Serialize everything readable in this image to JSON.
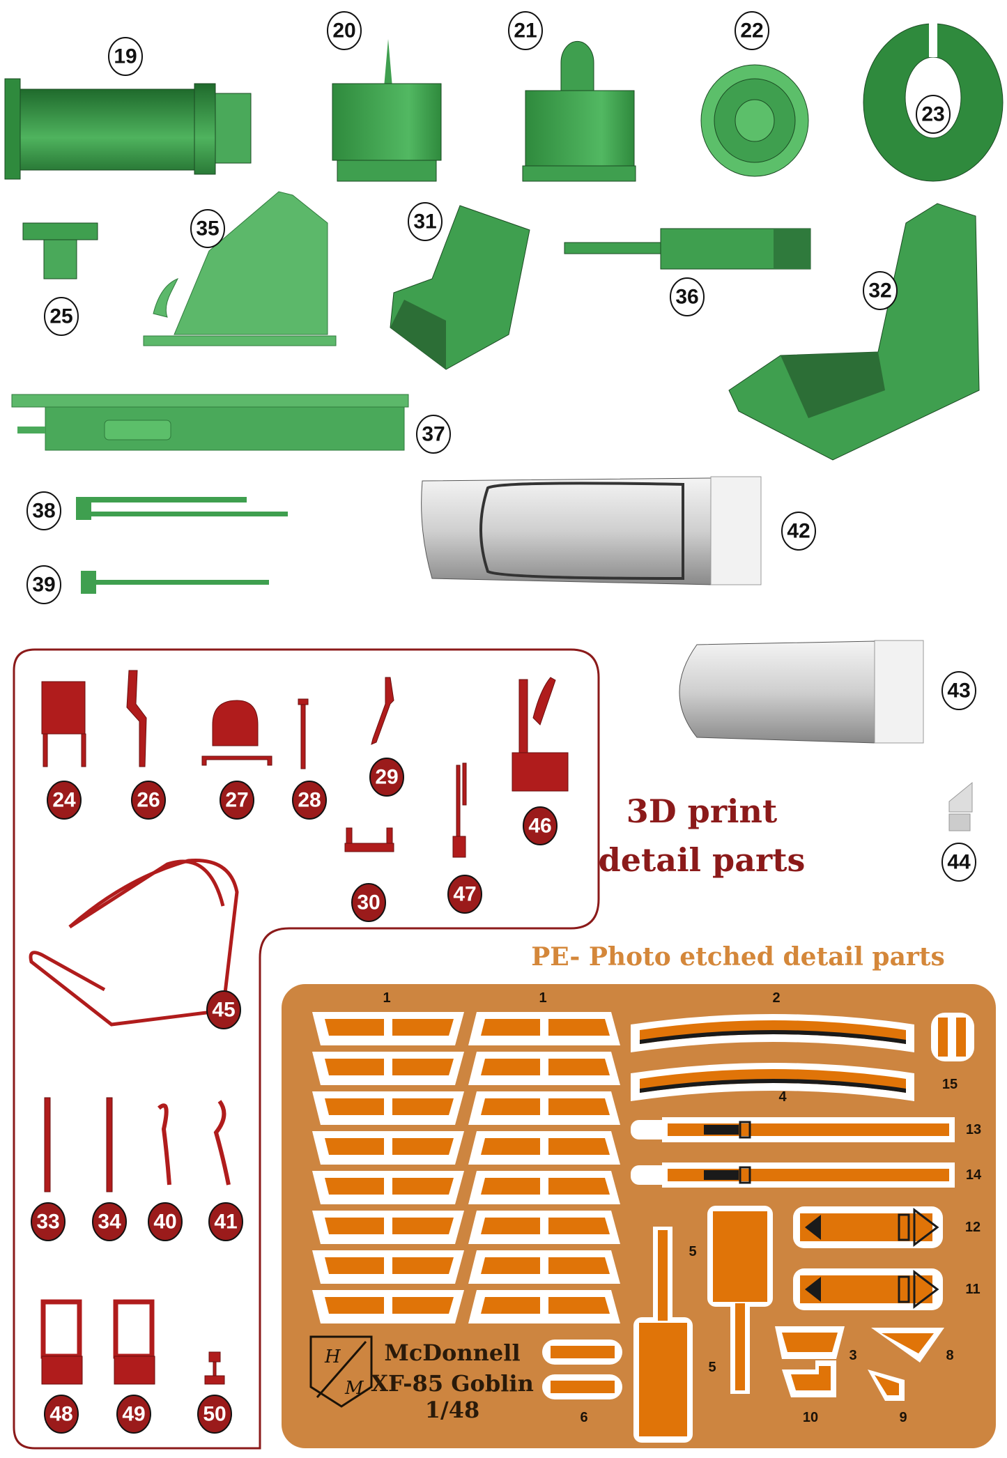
{
  "colors": {
    "green": "#4aa95a",
    "green_dark": "#2f7a3c",
    "red": "#b01c1c",
    "red_label": "#9b1b1b",
    "pe_board": "#cd8540",
    "pe_part": "#e07408",
    "canopy": "#e6e6e6"
  },
  "green_labels": [
    "19",
    "20",
    "21",
    "22",
    "23",
    "25",
    "35",
    "31",
    "36",
    "32",
    "37",
    "38",
    "39",
    "42",
    "43",
    "44"
  ],
  "red_labels": [
    "24",
    "26",
    "27",
    "28",
    "29",
    "46",
    "30",
    "47",
    "45",
    "33",
    "34",
    "40",
    "41",
    "48",
    "49",
    "50"
  ],
  "section_3d": {
    "line1": "3D print",
    "line2": "detail parts"
  },
  "section_pe": {
    "title": "PE- Photo etched detail parts"
  },
  "pe_labels": [
    "1",
    "1",
    "2",
    "15",
    "4",
    "13",
    "14",
    "12",
    "11",
    "5",
    "5",
    "3",
    "8",
    "6",
    "10",
    "9"
  ],
  "logo": {
    "letters": "H M",
    "line1": "McDonnell",
    "line2": "XF-85 Goblin",
    "scale": "1/48"
  }
}
